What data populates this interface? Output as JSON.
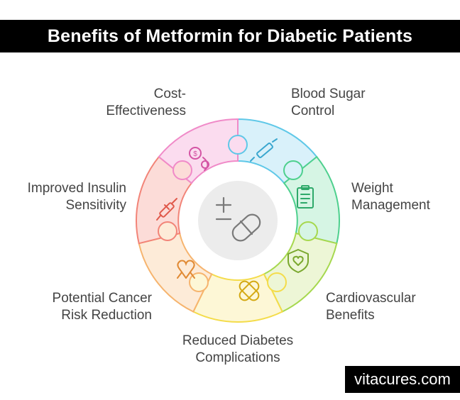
{
  "title": "Benefits of Metformin for Diabetic Patients",
  "center_icon": "pill-plus-minus-icon",
  "segments": [
    {
      "id": "blood-sugar",
      "label_lines": [
        "Blood Sugar",
        "Control"
      ],
      "icon": "syringe-icon",
      "color": "#5fc8e8"
    },
    {
      "id": "weight",
      "label_lines": [
        "Weight",
        "Management"
      ],
      "icon": "clipboard-icon",
      "color": "#4ed08e"
    },
    {
      "id": "cardio",
      "label_lines": [
        "Cardiovascular",
        "Benefits"
      ],
      "icon": "heart-shield-icon",
      "color": "#a6d84e"
    },
    {
      "id": "complications",
      "label_lines": [
        "Reduced Diabetes",
        "Complications"
      ],
      "icon": "bandage-icon",
      "color": "#f4dc4a"
    },
    {
      "id": "cancer",
      "label_lines": [
        "Potential Cancer",
        "Risk Reduction"
      ],
      "icon": "ribbon-icon",
      "color": "#f6b46e"
    },
    {
      "id": "insulin",
      "label_lines": [
        "Improved Insulin",
        "Sensitivity"
      ],
      "icon": "insulin-syringe-icon",
      "color": "#f28478"
    },
    {
      "id": "cost",
      "label_lines": [
        "Cost-",
        "Effectiveness"
      ],
      "icon": "money-cycle-icon",
      "color": "#f08ac8"
    }
  ],
  "brand": "vitacures.com"
}
